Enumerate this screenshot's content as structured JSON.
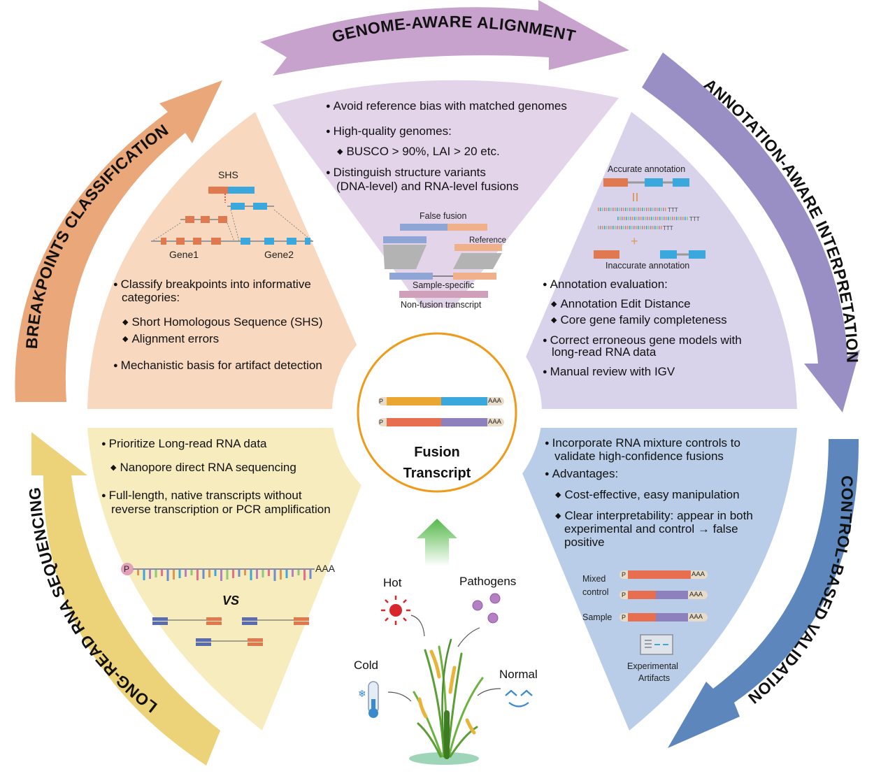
{
  "arcs": {
    "genome": "GENOME-AWARE ALIGNMENT",
    "annotation": "ANNOTATION-AWARE INTERPRETATION",
    "control": "CONTROL-BASED VALIDATION",
    "longread": "LONG-READ RNA SEQUENCING",
    "breakpoints": "BREAKPOINTS CLASSIFICATION"
  },
  "colors": {
    "genome": "#c7a2cc",
    "annotation": "#9a8fc5",
    "control": "#5d86bd",
    "longread": "#ecd279",
    "breakpoints": "#e9a77a",
    "center_ring": "#f09a1a"
  },
  "genome_panel": {
    "b1": "Avoid reference bias with matched genomes",
    "b2": "High-quality genomes:",
    "b2a": "BUSCO > 90%, LAI > 20 etc.",
    "b3a": "Distinguish structure variants",
    "b3b": "(DNA-level) and RNA-level fusions",
    "false_fusion": "False fusion",
    "reference": "Reference",
    "sample_specific": "Sample-specific",
    "non_fusion": "Non-fusion transcript"
  },
  "annotation_panel": {
    "accurate": "Accurate annotation",
    "inaccurate": "Inaccurate annotation",
    "polyT": "TTT",
    "b1": "Annotation evaluation:",
    "b1a": "Annotation Edit Distance",
    "b1b": "Core gene family completeness",
    "b2a": "Correct erroneous gene models with",
    "b2b": "long-read RNA data",
    "b3": "Manual review with IGV"
  },
  "breakpoints_panel": {
    "shs": "SHS",
    "gene1": "Gene1",
    "gene2": "Gene2",
    "b1a": "Classify breakpoints into informative",
    "b1b": "categories:",
    "b1c": "Short Homologous Sequence (SHS)",
    "b1d": "Alignment errors",
    "b2": "Mechanistic basis for artifact detection"
  },
  "longread_panel": {
    "b1": "Prioritize Long-read RNA data",
    "b1a": "Nanopore direct RNA sequencing",
    "b2a": "Full-length, native transcripts without",
    "b2b": "reverse transcription or PCR amplification",
    "p": "P",
    "aaa": "AAA",
    "vs": "VS"
  },
  "control_panel": {
    "b1a": "Incorporate RNA mixture controls to",
    "b1b": "validate high-confidence fusions",
    "b2": "Advantages:",
    "b2a": "Cost-effective, easy manipulation",
    "b2b1": "Clear interpretability: appear in both",
    "b2b2": "experimental and control → false",
    "b2b3": "positive",
    "mixed1": "Mixed",
    "mixed2": "control",
    "sample": "Sample",
    "p": "P",
    "aaa": "AAA",
    "artifacts1": "Experimental",
    "artifacts2": "Artifacts"
  },
  "center": {
    "title1": "Fusion",
    "title2": "Transcript",
    "p": "P",
    "aaa": "AAA"
  },
  "conditions": {
    "hot": "Hot",
    "pathogens": "Pathogens",
    "cold": "Cold",
    "normal": "Normal"
  }
}
